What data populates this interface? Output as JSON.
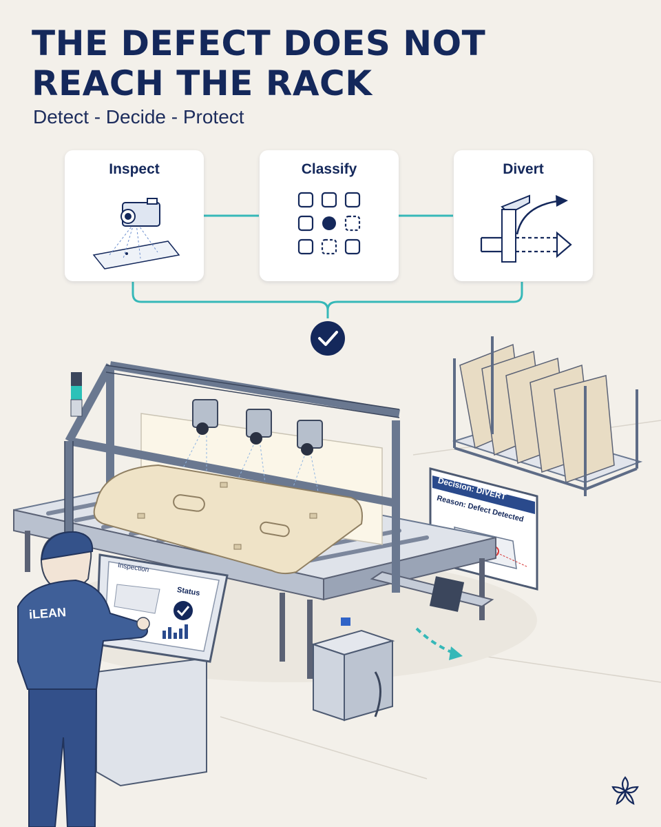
{
  "header": {
    "title_line1": "THE DEFECT DOES NOT",
    "title_line2": "REACH THE RACK",
    "subtitle": "Detect - Decide - Protect"
  },
  "steps": [
    {
      "label": "Inspect",
      "icon": "camera-icon"
    },
    {
      "label": "Classify",
      "icon": "grid-icon"
    },
    {
      "label": "Divert",
      "icon": "divert-arrows-icon"
    }
  ],
  "monitor": {
    "decision": "Decision: DIVERT",
    "reason": "Reason: Defect Detected"
  },
  "kiosk": {
    "inspection_label": "Inspection",
    "status_label": "Status"
  },
  "operator": {
    "badge": "iLEAN"
  },
  "colors": {
    "navy": "#14285b",
    "teal": "#36b8b8",
    "background": "#f3f0ea",
    "uniform": "#3f5f98"
  }
}
